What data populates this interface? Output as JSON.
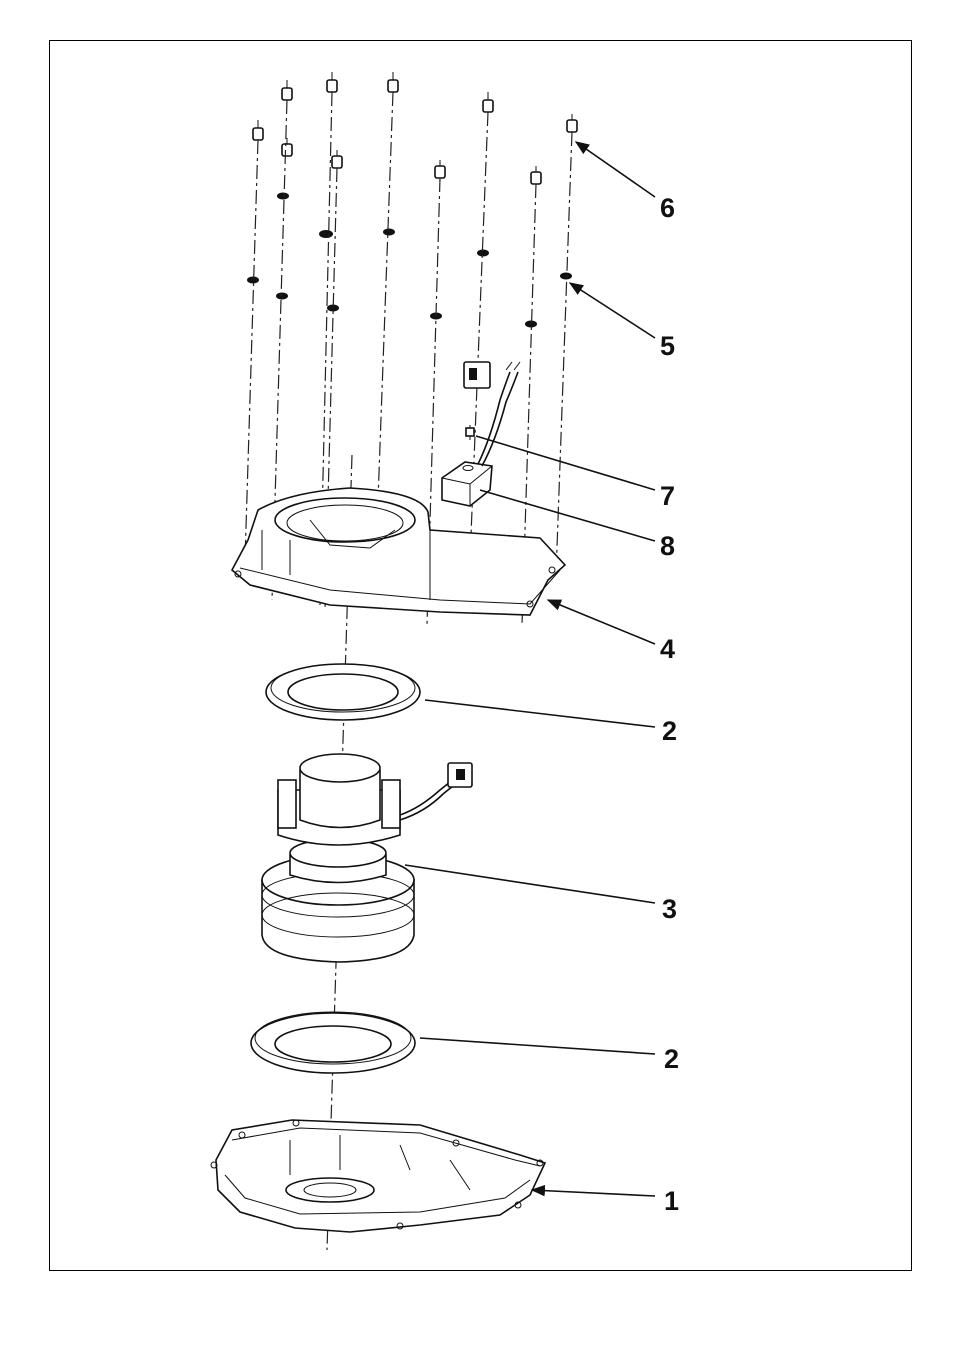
{
  "callouts": [
    {
      "id": "callout-6",
      "text": "6"
    },
    {
      "id": "callout-5",
      "text": "5"
    },
    {
      "id": "callout-7",
      "text": "7"
    },
    {
      "id": "callout-8",
      "text": "8"
    },
    {
      "id": "callout-4",
      "text": "4"
    },
    {
      "id": "callout-2a",
      "text": "2"
    },
    {
      "id": "callout-3",
      "text": "3"
    },
    {
      "id": "callout-2b",
      "text": "2"
    },
    {
      "id": "callout-1",
      "text": "1"
    }
  ]
}
